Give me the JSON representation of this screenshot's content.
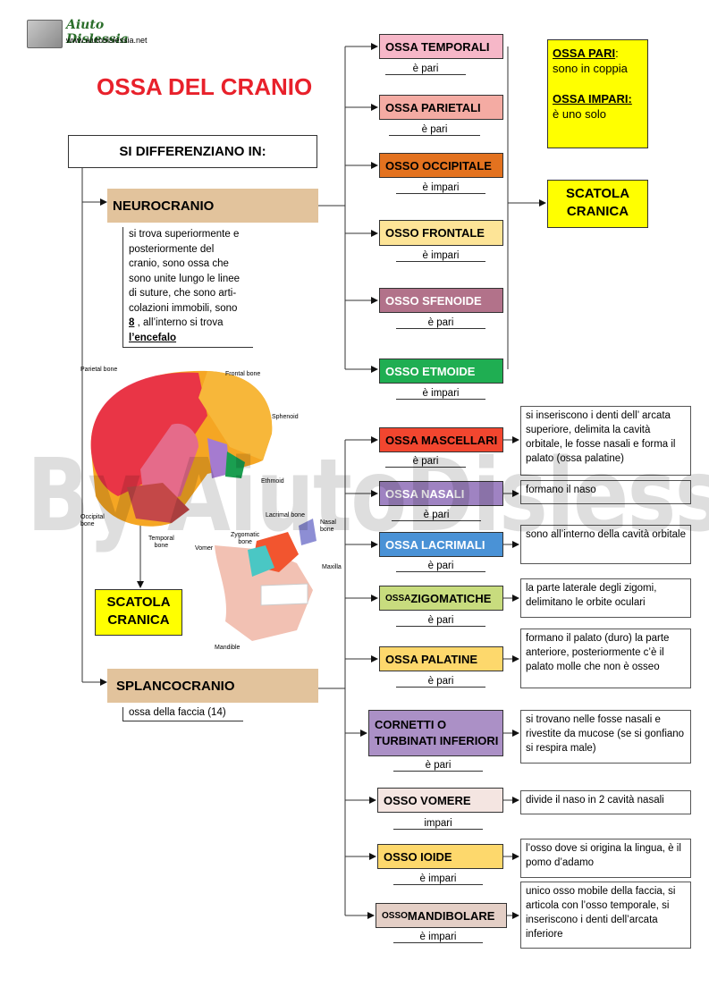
{
  "logo": {
    "title": "Aiuto Dislessia",
    "url": "www.aiutodislessia.net"
  },
  "title": "OSSA DEL CRANIO",
  "differenziano": "SI DIFFERENZIANO  IN:",
  "neurocranio": {
    "label": "NEUROCRANIO",
    "desc_lines": [
      "si trova superiormente e",
      "posteriormente del",
      "cranio, sono ossa che",
      "sono unite lungo le linee",
      "di suture, che sono arti-",
      "colazioni immobili, sono"
    ],
    "desc_num": "8",
    "desc_after_num": " , all’interno si trova",
    "desc_end": "l’encefalo"
  },
  "splancocranio": {
    "label": "SPLANCOCRANIO",
    "desc": "ossa della faccia (14)"
  },
  "scatola1": "SCATOLA CRANICA",
  "scatola2": "SCATOLA CRANICA",
  "legend": {
    "pari_title": "OSSA PARI",
    "pari_colon": ":",
    "pari_desc": "sono in coppia",
    "impari_title": "OSSA IMPARI:",
    "impari_desc": "è uno solo"
  },
  "neuro_bones": [
    {
      "name": "OSSA TEMPORALI",
      "sub": "è pari",
      "color": "#f6b7c8"
    },
    {
      "name": "OSSA PARIETALI",
      "sub": "è pari",
      "color": "#f4aba3"
    },
    {
      "name": "OSSO OCCIPITALE",
      "sub": "è impari",
      "color": "#e3721f"
    },
    {
      "name": "OSSO FRONTALE",
      "sub": "è impari",
      "color": "#fde497"
    },
    {
      "name": "OSSO SFENOIDE",
      "sub": "è pari",
      "color": "#b2728a"
    },
    {
      "name": "OSSO ETMOIDE",
      "sub": "è impari",
      "color": "#1fae52"
    }
  ],
  "splanco_bones": [
    {
      "prefix": "",
      "name": "OSSA MASCELLARI",
      "sub": "è pari",
      "color": "#f2462f",
      "desc": "si inseriscono i denti dell’ arcata superiore, delimita la cavità orbitale, le fosse nasali e forma il palato (ossa palatine)"
    },
    {
      "prefix": "",
      "name": "OSSA NASALI",
      "sub": "è pari",
      "color": "#9f83c2",
      "desc": "formano il naso"
    },
    {
      "prefix": "",
      "name": "OSSA LACRIMALI",
      "sub": "è pari",
      "color": "#4a92d6",
      "desc": " sono all’interno della cavità orbitale"
    },
    {
      "prefix": "OSSA ",
      "name": "ZIGOMATICHE",
      "sub": "è pari",
      "color": "#c8dc7e",
      "desc": "la parte laterale degli zigomi, delimitano le orbite oculari"
    },
    {
      "prefix": "",
      "name": "OSSA PALATINE",
      "sub": "è pari",
      "color": "#fdd86c",
      "desc": "formano il palato (duro) la parte anteriore, posteriormente c’è il palato molle che non è osseo"
    },
    {
      "prefix": "",
      "name": "CORNETTI O TURBINATI INFERIORI",
      "sub": "è pari",
      "color": "#ab90c6",
      "desc": "si trovano nelle fosse nasali e rivestite da mucose (se si gonfiano si respira male)"
    },
    {
      "prefix": "",
      "name": "OSSO VOMERE",
      "sub": "impari",
      "color": "#f4e5e1",
      "desc": "divide il  naso in 2 cavità nasali"
    },
    {
      "prefix": "",
      "name": "OSSO IOIDE",
      "sub": "è impari",
      "color": "#fdd86c",
      "desc": "l’osso dove si origina la lingua, è il pomo d’adamo"
    },
    {
      "prefix": "OSSO ",
      "name": "MANDIBOLARE",
      "sub": "è impari",
      "color": "#e4cfc6",
      "desc": " unico osso mobile della faccia, si articola con l’osso temporale, si inseriscono i denti dell’arcata inferiore"
    }
  ],
  "skull_labels": {
    "parietal": "Parietal bone",
    "frontal": "Frontal bone",
    "sphenoid": "Sphenoid",
    "ethmoid": "Ethmoid",
    "occipital1": "Occipital",
    "occipital2": "bone",
    "temporal1": "Temporal",
    "temporal2": "bone",
    "lacrimal": "Lacrimal bone",
    "nasal1": "Nasal",
    "nasal2": "bone",
    "zygomatic1": "Zygomatic",
    "zygomatic2": "bone",
    "vomer": "Vomer",
    "maxilla": "Maxilla",
    "mandible": "Mandible"
  },
  "watermark": "By AiutoDislessia.net"
}
